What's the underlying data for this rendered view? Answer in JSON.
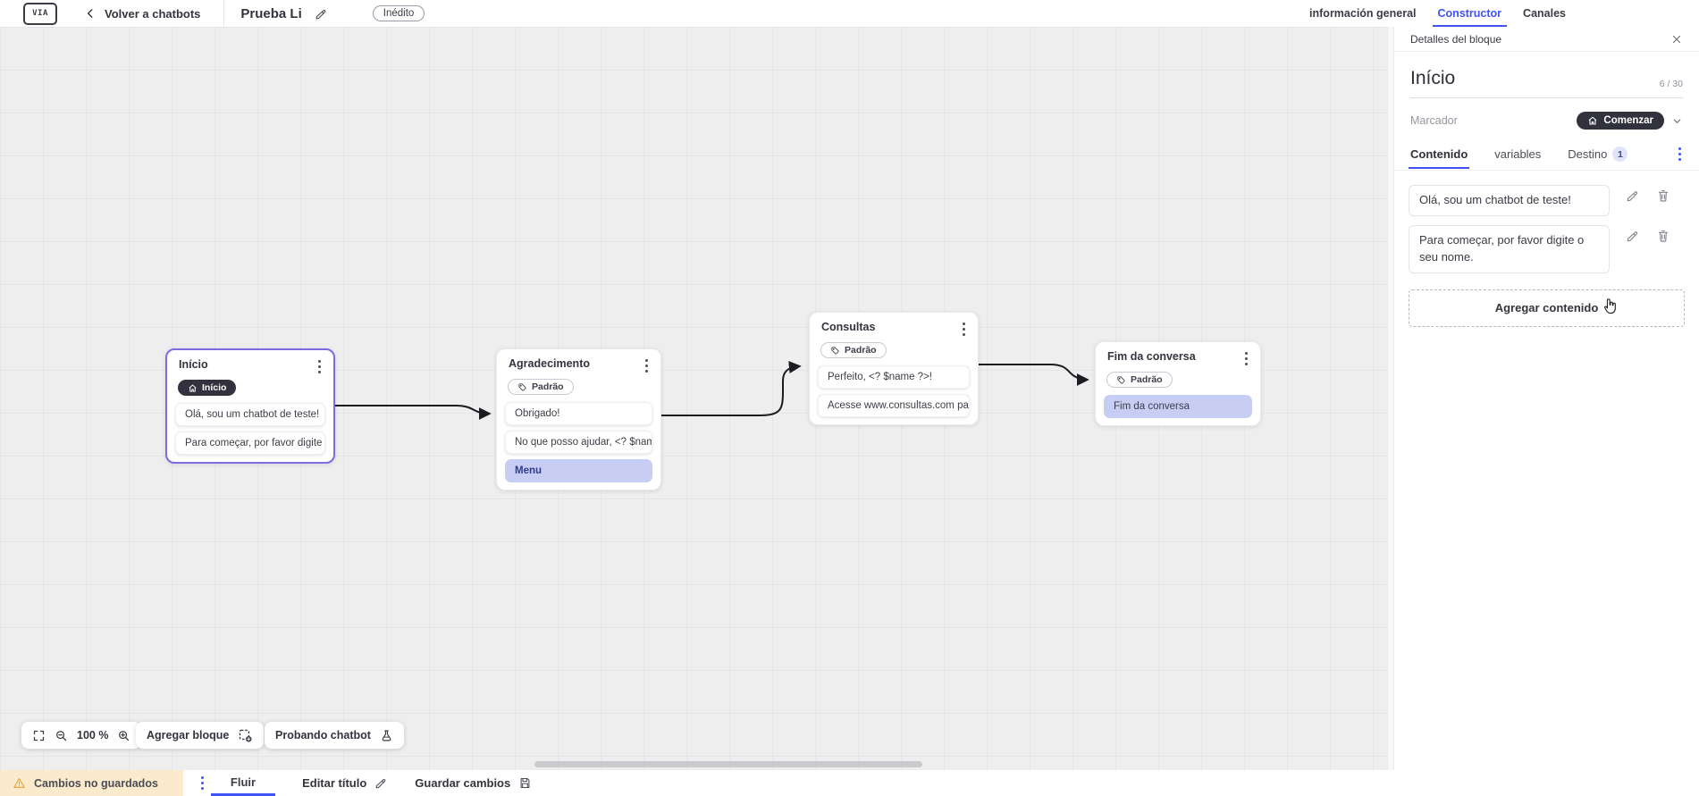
{
  "topbar": {
    "logo_text": "VIA",
    "back_label": "Volver a chatbots",
    "title": "Prueba Li",
    "status_badge": "Inédito",
    "tabs": [
      {
        "label": "información general",
        "active": false
      },
      {
        "label": "Constructor",
        "active": true
      },
      {
        "label": "Canales",
        "active": false
      }
    ]
  },
  "panel": {
    "header_title": "Detalles del bloque",
    "block_name": "Início",
    "name_counter": "6 / 30",
    "marker_label": "Marcador",
    "marker_value": "Comenzar",
    "tabs": [
      {
        "label": "Contenido",
        "active": true,
        "badge": ""
      },
      {
        "label": "variables",
        "active": false,
        "badge": ""
      },
      {
        "label": "Destino",
        "active": false,
        "badge": "1"
      }
    ],
    "contents": [
      {
        "text": "Olá, sou um chatbot de teste!"
      },
      {
        "text": "Para começar, por favor digite o seu nome."
      }
    ],
    "add_content_label": "Agregar contenido"
  },
  "canvas": {
    "blocks": [
      {
        "title": "Início",
        "badge": "Início",
        "selected": true,
        "cards": [
          {
            "text": "Olá, sou um chatbot de teste!"
          },
          {
            "text": "Para começar, por favor digite o ..."
          }
        ]
      },
      {
        "title": "Agradecimento",
        "badge": "Padrão",
        "selected": false,
        "cards": [
          {
            "text": "Obrigado!"
          },
          {
            "text": "No que posso ajudar, <? $name ..."
          },
          {
            "text": "Menu"
          }
        ]
      },
      {
        "title": "Consultas",
        "badge": "Padrão",
        "selected": false,
        "cards": [
          {
            "text": "Perfeito, <? $name ?>!"
          },
          {
            "text": "Acesse www.consultas.com par..."
          }
        ]
      },
      {
        "title": "Fim da conversa",
        "badge": "Padrão",
        "selected": false,
        "cards": [
          {
            "text": "Fim da conversa"
          }
        ]
      }
    ],
    "toolbar": {
      "zoom_level": "100 %",
      "add_block_label": "Agregar bloque",
      "test_label": "Probando chatbot"
    }
  },
  "bottombar": {
    "unsaved_label": "Cambios no guardados",
    "flow_tab_label": "Fluir",
    "edit_title_label": "Editar título",
    "save_label": "Guardar cambios"
  },
  "colors": {
    "accent_blue": "#4152f4",
    "dark_pill": "#32323e",
    "selected_block_border": "#7b6ce0",
    "lavender_card": "#c8cdf3",
    "warning_bg": "#fbeacc",
    "warning_icon": "#e8a33d",
    "canvas_bg": "#eeeeef"
  },
  "icons": [
    "back-chevron-icon",
    "edit-pencil-icon",
    "close-icon",
    "home-icon",
    "tag-icon",
    "chevron-down-icon",
    "kebab-menu-icon",
    "trash-icon",
    "fullscreen-icon",
    "zoom-out-icon",
    "zoom-in-icon",
    "add-block-icon",
    "flask-icon",
    "warning-icon",
    "save-icon",
    "pointer-cursor-icon",
    "connector-arrow"
  ]
}
